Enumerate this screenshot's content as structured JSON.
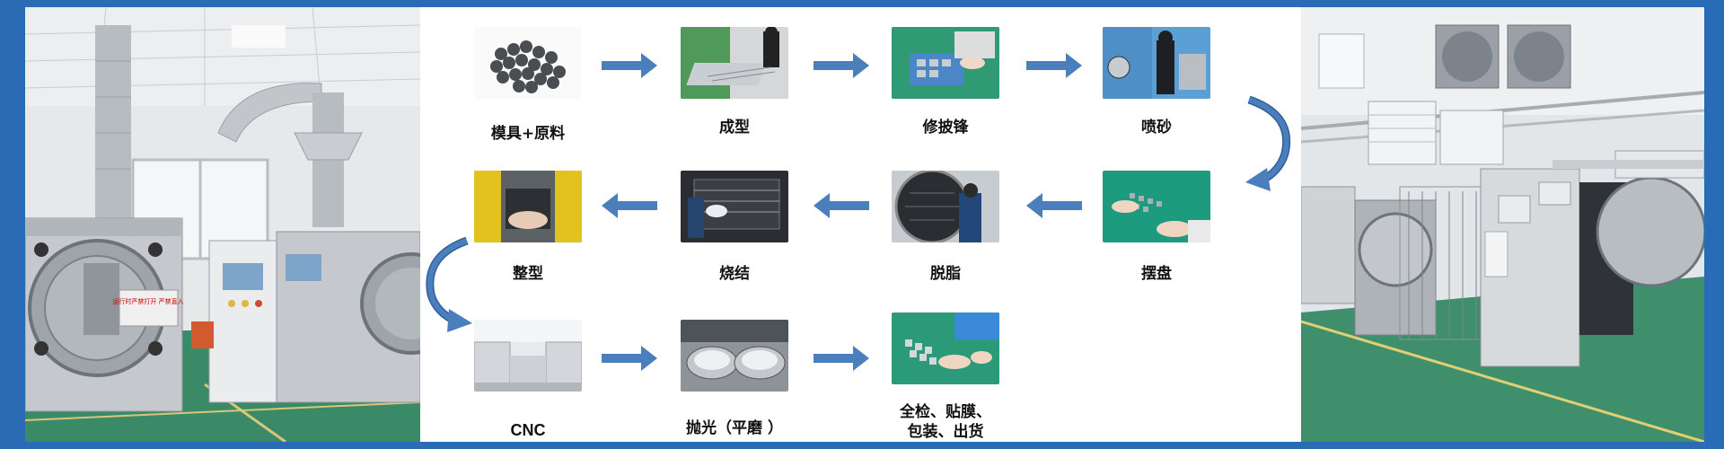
{
  "steps": {
    "s1": "模具+原料",
    "s2": "成型",
    "s3": "修披锋",
    "s4": "喷砂",
    "s5": "摆盘",
    "s6": "脱脂",
    "s7": "烧结",
    "s8": "整型",
    "s9": "CNC",
    "s10": "抛光（平磨 ）",
    "s11a": "全检、贴膜、",
    "s11b": "包装、出货"
  },
  "colors": {
    "frame": "#2a6bb5",
    "arrow": "#4a7ebd",
    "panel": "#ffffff"
  },
  "photos": {
    "left_sign": "运行时严禁打开 严禁直入"
  }
}
